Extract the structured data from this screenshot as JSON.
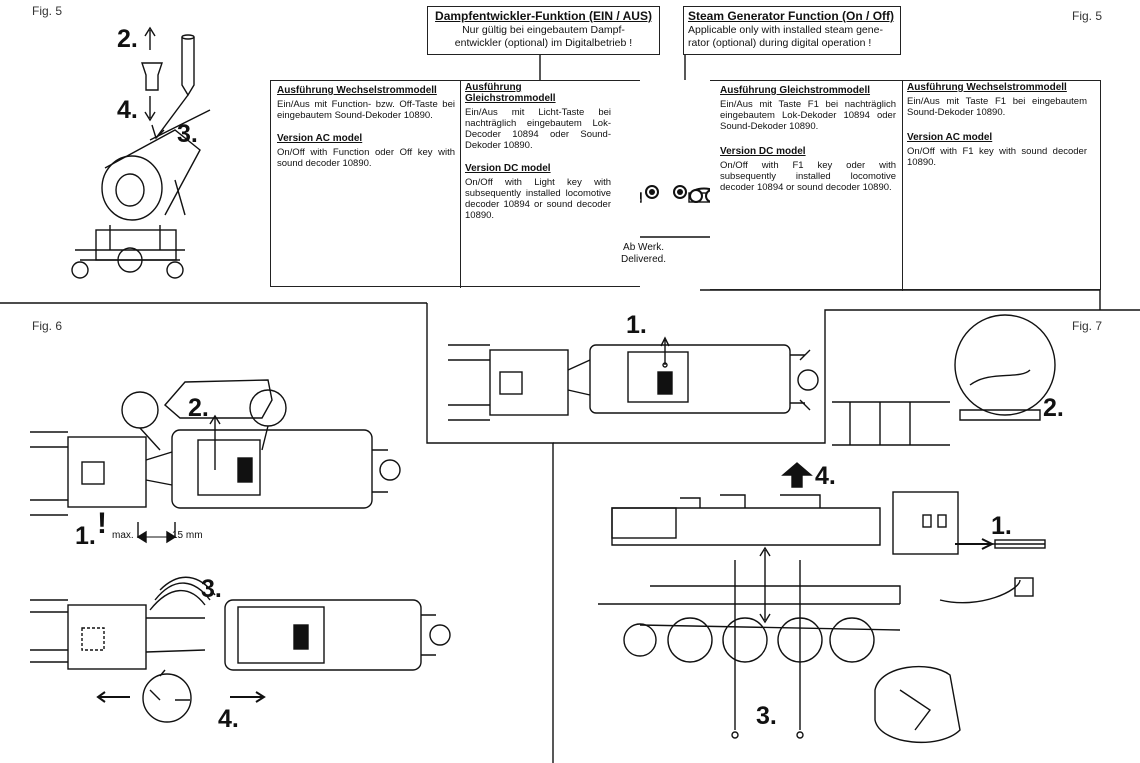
{
  "figures": {
    "fig5_left": "Fig. 5",
    "fig5_right": "Fig. 5",
    "fig6": "Fig. 6",
    "fig7": "Fig. 7"
  },
  "steam_generator": {
    "de_title": "Dampfentwickler-Funktion (EIN / AUS)",
    "de_line1": "Nur gültig bei eingebautem Dampf-",
    "de_line2": "entwickler (optional) im Digitalbetrieb !",
    "en_title": "Steam Generator Function (On / Off)",
    "en_line1": "Applicable only with installed steam gene-",
    "en_line2": "rator (optional) during digital operation !"
  },
  "left_panel": {
    "col1": {
      "de_head": "Ausführung Wechselstrommodell",
      "de_text": "Ein/Aus mit Function- bzw. Off-Taste bei eingebautem Sound-Dekoder 10890.",
      "en_head": "Version AC model",
      "en_text": "On/Off with Function oder Off key with sound decoder 10890."
    },
    "col2": {
      "de_head": "Ausführung Gleichstrommodell",
      "de_text": "Ein/Aus mit Licht-Taste bei nachträglich eingebautem Lok-Decoder 10894 oder Sound-Dekoder 10890.",
      "en_head": "Version DC model",
      "en_text": "On/Off with Light key with subsequently installed locomotive decoder 10894 or sound decoder 10890."
    }
  },
  "right_panel": {
    "col1": {
      "de_head": "Ausführung Gleichstrommodell",
      "de_text": "Ein/Aus mit Taste F1 bei nachträglich eingebautem Lok-Dekoder 10894 oder Sound-Dekoder 10890.",
      "en_head": "Version DC model",
      "en_text": "On/Off with F1 key oder with subsequently installed locomotive decoder 10894 or sound decoder 10890."
    },
    "col2": {
      "de_head": "Ausführung Wechselstrommodell",
      "de_text": "Ein/Aus mit Taste F1 bei eingebautem Sound-Dekoder 10890.",
      "en_head": "Version AC model",
      "en_text": "On/Off with F1 key with sound decoder 10890."
    }
  },
  "factory": {
    "line1": "Ab Werk.",
    "line2": "Delivered."
  },
  "steps": {
    "fig5_2": "2.",
    "fig5_4": "4.",
    "fig5_3": "3.",
    "center_1": "1.",
    "fig6_2": "2.",
    "fig6_1": "1.",
    "fig6_max": "max.",
    "fig6_mm": "15 mm",
    "fig6_3": "3.",
    "fig6_4": "4.",
    "fig7_2": "2.",
    "fig7_4": "4.",
    "fig7_1": "1.",
    "fig7_3": "3."
  }
}
